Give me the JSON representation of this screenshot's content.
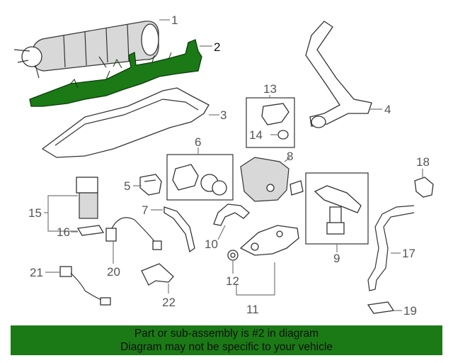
{
  "diagram": {
    "callouts": [
      "1",
      "2",
      "3",
      "4",
      "5",
      "6",
      "7",
      "8",
      "9",
      "10",
      "11",
      "12",
      "13",
      "14",
      "15",
      "16",
      "17",
      "18",
      "19",
      "20",
      "21",
      "22"
    ],
    "highlight_color": "#1b7a16",
    "highlighted_part": "2"
  },
  "footer": {
    "line1": "Part or sub-assembly is #2 in diagram",
    "line2": "Diagram may not be specific to your vehicle",
    "background": "#1b7a16"
  }
}
